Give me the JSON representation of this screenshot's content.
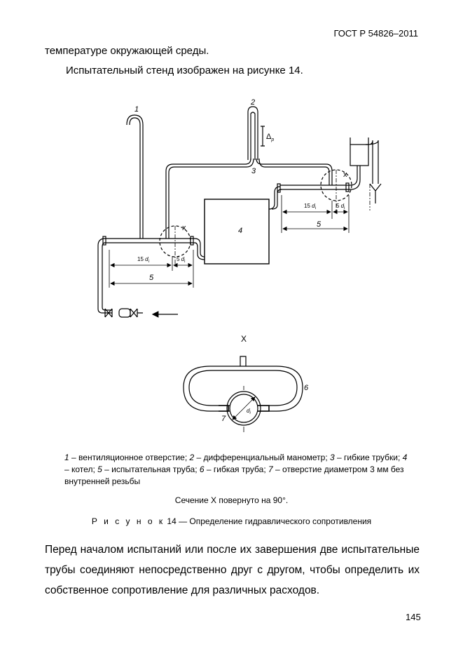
{
  "header": {
    "standard": "ГОСТ Р 54826–2011"
  },
  "text": {
    "line1": "температуре окружающей среды.",
    "line2": "Испытательный стенд изображен на рисунке 14."
  },
  "figure": {
    "labels": {
      "n1": "1",
      "n2": "2",
      "n3": "3",
      "n4": "4",
      "n5a": "5",
      "n5b": "5",
      "n6": "6",
      "n7": "7",
      "xA": "х",
      "xB": "х",
      "xSection": "Х",
      "dp": "Δ",
      "dp_sub": "p",
      "d15a": "15",
      "d15a_sub": "i",
      "d5a": "5",
      "d5a_sub": "i",
      "d15b": "15",
      "d15b_sub": "i",
      "d5b": "5",
      "d5b_sub": "i",
      "di_prefix": "d",
      "di_sub": "i"
    },
    "caption": {
      "c1n": "1",
      "c1": " – вентиляционное отверстие; ",
      "c2n": "2",
      "c2": " – дифференциальный манометр; ",
      "c3n": "3",
      "c3": " – гибкие трубки; ",
      "c4n": "4",
      "c4": " – котел; ",
      "c5n": "5",
      "c5": " – испытательная труба; ",
      "c6n": "6",
      "c6": " – гибкая труба; ",
      "c7n": "7",
      "c7": " – отверстие диаметром 3 мм без внутренней резьбы"
    },
    "section_note": "Сечение X повернуто на 90°.",
    "title_prefix": "Р и с у н о к",
    "title_rest": " 14 — Определение гидравлического сопротивления"
  },
  "paragraph": "Перед началом испытаний или после их завершения две испытательные трубы соединяют непосредственно друг с другом, чтобы определить их собственное сопротивление для различных расходов.",
  "page_number": "145"
}
